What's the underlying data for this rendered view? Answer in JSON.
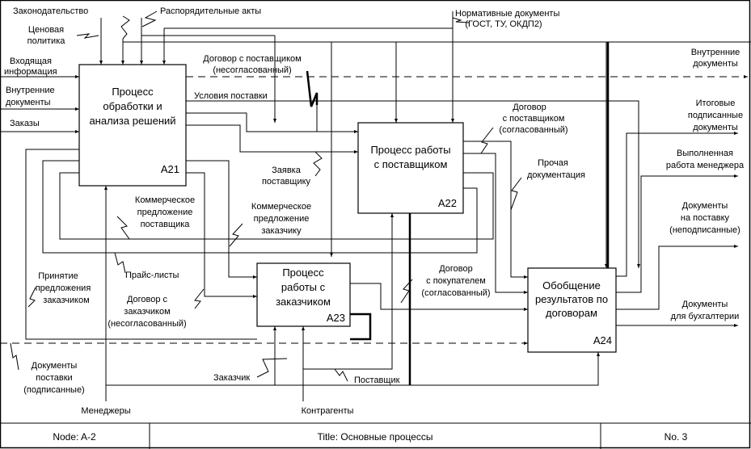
{
  "diagram": {
    "boxes": [
      {
        "id": "A21",
        "title_lines": [
          "Процесс",
          "обработки и",
          "анализа решений"
        ]
      },
      {
        "id": "A22",
        "title_lines": [
          "Процесс работы",
          "с поставщиком"
        ]
      },
      {
        "id": "A23",
        "title_lines": [
          "Процесс",
          "работы с",
          "заказчиком"
        ]
      },
      {
        "id": "A24",
        "title_lines": [
          "Обобщение",
          "результатов по",
          "договорам"
        ]
      }
    ],
    "controls": {
      "legislation": "Законодательство",
      "orders": "Распорядительные акты",
      "price_policy": [
        "Ценовая",
        "политика"
      ],
      "normative": [
        "Нормативные документы",
        "(ГОСТ, ТУ, ОКДП2)"
      ]
    },
    "inputs": {
      "incoming_info": [
        "Входящая",
        "информация"
      ],
      "internal_docs": [
        "Внутренние",
        "документы"
      ],
      "orders": "Заказы",
      "customer_proposal_accept": [
        "Принятие",
        "предложения",
        "заказчиком"
      ],
      "supply_docs_signed": [
        "Документы",
        "поставки",
        "(подписанные)"
      ]
    },
    "arrows": {
      "supplier_contract_unagreed": [
        "Договор с поставщиком",
        "(несогласованный)"
      ],
      "supply_terms": "Условия поставки",
      "supplier_request": [
        "Заявка",
        "поставщику"
      ],
      "supplier_contract_agreed": [
        "Договор",
        "с поставщиком",
        "(согласованный)"
      ],
      "other_docs": [
        "Прочая",
        "документация"
      ],
      "supplier_offer": [
        "Коммерческое",
        "предложение",
        "поставщика"
      ],
      "customer_offer": [
        "Коммерческое",
        "предложение",
        "заказчику"
      ],
      "price_lists": "Прайс-листы",
      "customer_contract_unagreed": [
        "Договор с",
        "заказчиком",
        "(несогласованный)"
      ],
      "buyer_contract_agreed": [
        "Договор",
        "с покупателем",
        "(согласованный)"
      ],
      "customer": "Заказчик",
      "supplier": "Поставщик"
    },
    "outputs": {
      "internal_docs": [
        "Внутренние",
        "документы"
      ],
      "final_signed_docs": [
        "Итоговые",
        "подписанные",
        "документы"
      ],
      "manager_work": [
        "Выполненная",
        "работа менеджера"
      ],
      "supply_docs_unsigned": [
        "Документы",
        "на поставку",
        "(неподписанные)"
      ],
      "accounting_docs": [
        "Документы",
        "для бухгалтерии"
      ]
    },
    "mechanisms": {
      "managers": "Менеджеры",
      "counterparties": "Контрагенты"
    }
  },
  "footer": {
    "node": "Node: A-2",
    "title": "Title: Основные процессы",
    "number": "No. 3"
  }
}
